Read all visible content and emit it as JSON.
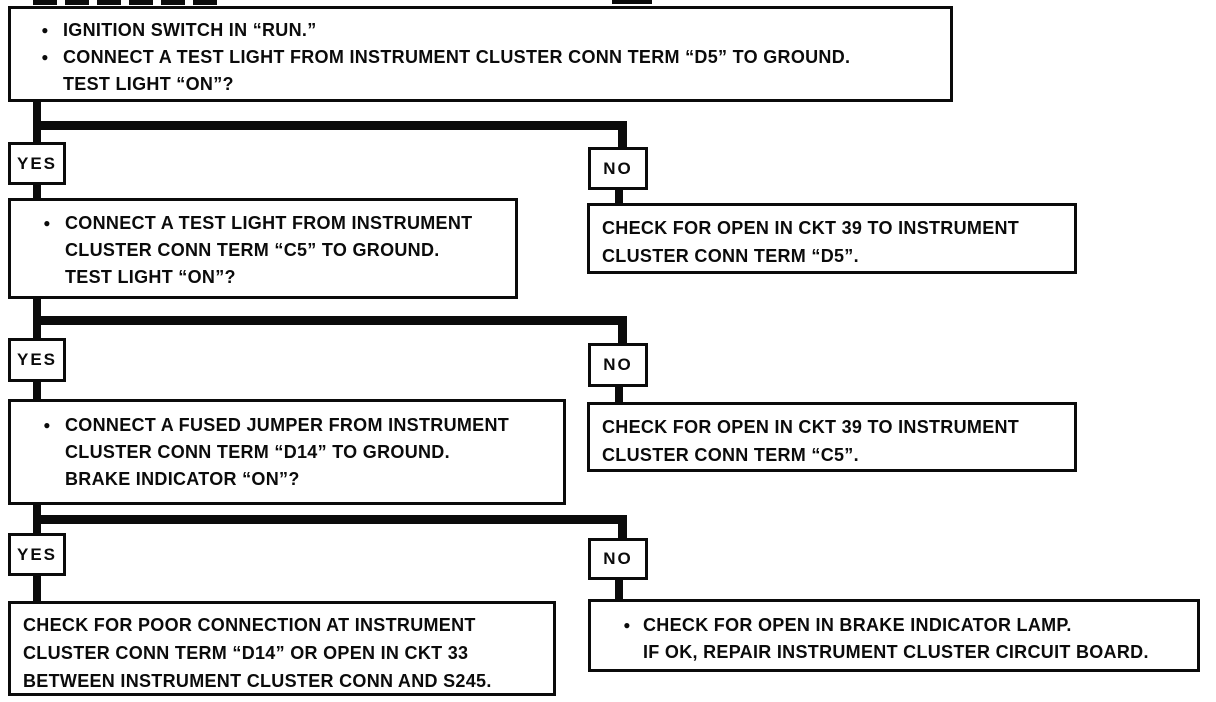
{
  "labels": {
    "yes": "YES",
    "no": "NO"
  },
  "colors": {
    "ink": "#0b0b0b",
    "paper": "#ffffff"
  },
  "nodes": {
    "step1": {
      "items": [
        {
          "bullet": "●",
          "text": "IGNITION SWITCH IN “RUN.”"
        },
        {
          "bullet": "●",
          "text": "CONNECT A TEST LIGHT FROM INSTRUMENT CLUSTER CONN TERM “D5” TO GROUND."
        },
        {
          "bullet": "",
          "text": "TEST LIGHT “ON”?"
        }
      ]
    },
    "step2": {
      "items": [
        {
          "bullet": "●",
          "text": "CONNECT A TEST LIGHT FROM INSTRUMENT"
        },
        {
          "bullet": "",
          "text": "CLUSTER CONN TERM “C5” TO GROUND."
        },
        {
          "bullet": "",
          "text": "TEST LIGHT “ON”?"
        }
      ]
    },
    "step3": {
      "items": [
        {
          "bullet": "●",
          "text": "CONNECT A FUSED JUMPER FROM INSTRUMENT"
        },
        {
          "bullet": "",
          "text": "CLUSTER CONN TERM “D14” TO GROUND."
        },
        {
          "bullet": "",
          "text": "BRAKE INDICATOR “ON”?"
        }
      ]
    },
    "result_d5": {
      "lines": [
        "CHECK FOR OPEN IN CKT 39 TO INSTRUMENT",
        "CLUSTER CONN TERM “D5”."
      ]
    },
    "result_c5": {
      "lines": [
        "CHECK FOR OPEN IN CKT 39 TO INSTRUMENT",
        "CLUSTER CONN TERM “C5”."
      ]
    },
    "result_d14": {
      "lines": [
        "CHECK FOR POOR CONNECTION AT INSTRUMENT",
        "CLUSTER CONN TERM “D14” OR OPEN IN CKT 33",
        "BETWEEN INSTRUMENT CLUSTER CONN AND S245."
      ]
    },
    "result_lamp": {
      "items": [
        {
          "bullet": "●",
          "text": "CHECK FOR OPEN IN BRAKE INDICATOR LAMP."
        },
        {
          "bullet": "",
          "text": "IF OK, REPAIR INSTRUMENT CLUSTER CIRCUIT BOARD."
        }
      ]
    }
  }
}
